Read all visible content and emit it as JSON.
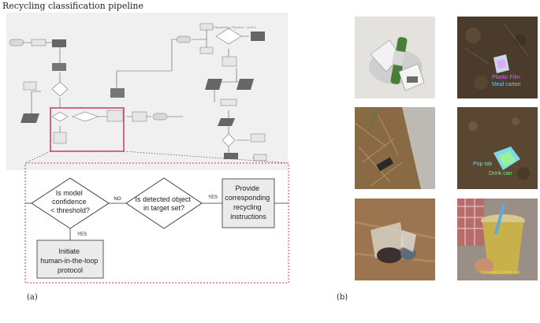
{
  "title": "Recycling classification pipeline",
  "captions": {
    "left": "(a)",
    "right": "(b)"
  },
  "overview_header": "Classification Pipeline - Level 0",
  "zoom": {
    "decision1": [
      "Is model",
      "confidence",
      "< threshold?"
    ],
    "no_label": "NO",
    "decision2": [
      "Is detected object",
      "in target set?"
    ],
    "yes_label_right": "YES",
    "provide_box": [
      "Provide",
      "corresponding",
      "recycling",
      "instructions"
    ],
    "yes_label_down": "YES",
    "initiate_box": [
      "Initiate",
      "human-in-the-loop",
      "protocol"
    ]
  },
  "photos": [
    {
      "id": "crushed-bottle",
      "labels": []
    },
    {
      "id": "meal-carton",
      "labels": [
        {
          "text": "Plastic Film",
          "color": "#d86bf0"
        },
        {
          "text": "Meal carton",
          "color": "#5fd0ff"
        }
      ]
    },
    {
      "id": "can-in-grass",
      "labels": []
    },
    {
      "id": "pop-tab",
      "labels": [
        {
          "text": "Pop tab",
          "color": "#4be6ff"
        },
        {
          "text": "Drink can",
          "color": "#7fe07f"
        }
      ]
    },
    {
      "id": "plastic-cups",
      "labels": []
    },
    {
      "id": "disposable-cup",
      "labels": [
        {
          "text": "Disposable plastic cup",
          "color": "#e8e030"
        }
      ]
    }
  ]
}
